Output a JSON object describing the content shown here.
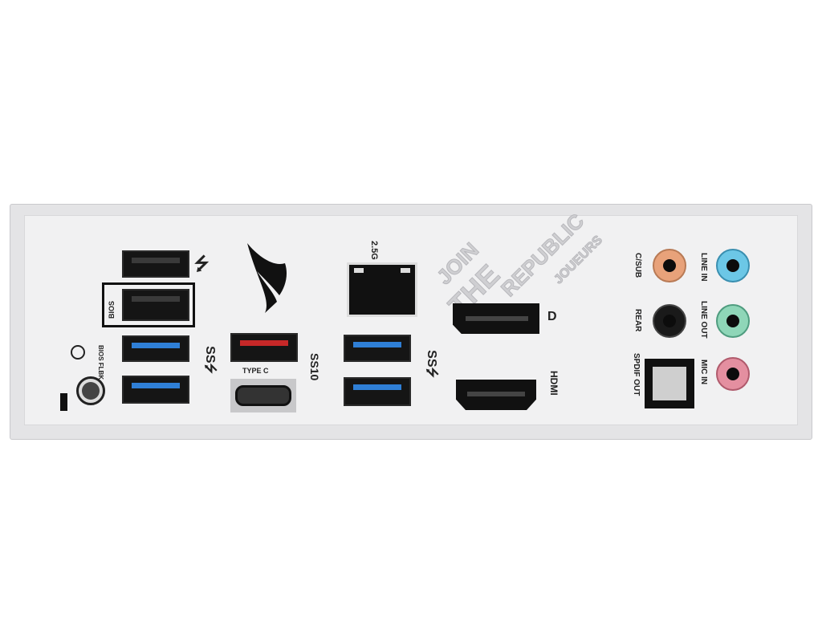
{
  "labels": {
    "bios": "BIOS",
    "bios_flbk": "BIOS FLBK",
    "type_c": "TYPE C",
    "lan_speed": "2.5G",
    "hdmi": "HDMI",
    "c_sub": "C/SUB",
    "rear": "REAR",
    "spdif_out": "SPDIF OUT",
    "line_in": "LINE IN",
    "line_out": "LINE OUT",
    "mic_in": "MIC IN",
    "ss10": "SS10"
  },
  "slogan": {
    "line1": "JOIN",
    "line2": "THE",
    "line3": "REPUBLIC",
    "line4": "JOUEURS"
  },
  "colors": {
    "usb3": "#2f7fd6",
    "usb32": "#c62828",
    "c_sub": "#e8a27a",
    "line_in": "#6cc7e6",
    "line_out": "#8fd6b8",
    "mic_in": "#e48fa0"
  }
}
